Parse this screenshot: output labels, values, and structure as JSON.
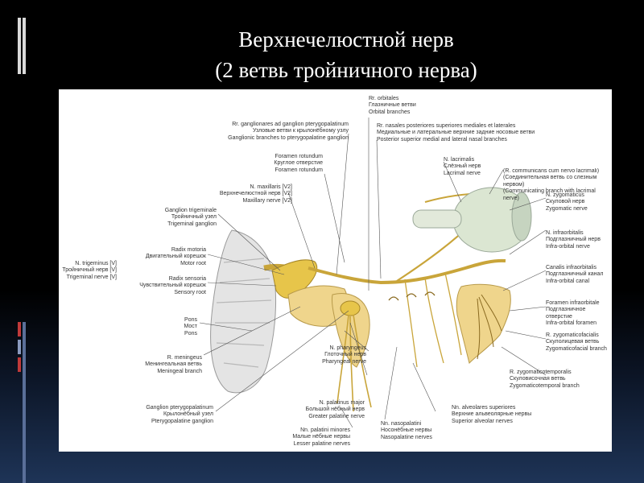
{
  "slide": {
    "title_line1": "Верхнечелюстной нерв",
    "title_line2": "(2  ветвь  тройничного нерва)"
  },
  "colors": {
    "nerve": "#c9a53a",
    "ganglion": "#e7c54a",
    "bone": "#efd58c",
    "eyeball": "#dbe6d2",
    "leader": "#555555"
  },
  "labels": {
    "orbitales": "Rr. orbitales\nГлазничные ветви\nOrbital branches",
    "ganglionares": "Rr. ganglionares ad ganglion pterygopalatinum\nУзловые ветви к крылонёбному узлу\nGanglionic branches to pterygopalatine ganglion",
    "nasales": "Rr. nasales posteriores superiores mediales et laterales\nМедиальные и латеральные верхние задние носовые ветви\nPosterior superior medial and lateral nasal branches",
    "foramen_rotundum": "Foramen rotundum\nКруглое отверстие\nForamen rotundum",
    "lacrimalis": "N. lacrimalis\nСлёзный нерв\nLacrimal nerve",
    "communicans": "(R. communicans cum nervo lacrimali)\n(Соединительная ветвь со слезным нервом)\n(Communicating branch with lacrimal nerve)",
    "maxillaris": "N. maxillaris [V2]\nВерхнечелюстной нерв [V2]\nMaxillary nerve [V2]",
    "zygomaticus": "N. zygomaticus\nСкуловой нерв\nZygomatic nerve",
    "ganglion_trigeminale": "Ganglion trigeminale\nТройничный узел\nTrigeminal ganglion",
    "infraorbitalis": "N. infraorbitalis\nПодглазничный нерв\nInfra-orbital nerve",
    "radix_motoria": "Radix motoria\nДвигательный корешок\nMotor root",
    "trigeminus": "N. trigeminus [V]\nТройничный нерв [V]\nTrigeminal nerve [V]",
    "canalis_infraorbitalis": "Canalis infraorbitalis\nПодглазничный канал\nInfra-orbital canal",
    "radix_sensoria": "Radix sensoria\nЧувствительный корешок\nSensory root",
    "foramen_infraorbitale": "Foramen infraorbitale\nПодглазничное отверстие\nInfra-orbital foramen",
    "pons": "Pons\nМост\nPons",
    "zygomaticofacialis": "R. zygomaticofacialis\nСкулолицевая ветвь\nZygomaticofacial branch",
    "meningeus": "R. meningeus\nМенингеальная ветвь\nMeningeal branch",
    "pharyngeus": "N. pharyngeus\nГлоточный нерв\nPharyngeal nerve",
    "zygomaticotemporalis": "R. zygomaticotemporalis\nСкуловисочная ветвь\nZygomaticotemporal branch",
    "alveolares": "Nn. alveolares superiores\nВерхние альвеолярные нервы\nSuperior alveolar nerves",
    "ganglion_pterygopalatinum": "Ganglion pterygopalatinum\nКрылонёбный узел\nPterygopalatine ganglion",
    "palatinus_major": "N. palatinus major\nБольшой нёбный нерв\nGreater palatine nerve",
    "nasopalatini": "Nn. nasopalatini\nНосонёбные нервы\nNasopalatine nerves",
    "palatini_minores": "Nn. palatini minores\nМалые нёбные нервы\nLesser palatine nerves"
  }
}
